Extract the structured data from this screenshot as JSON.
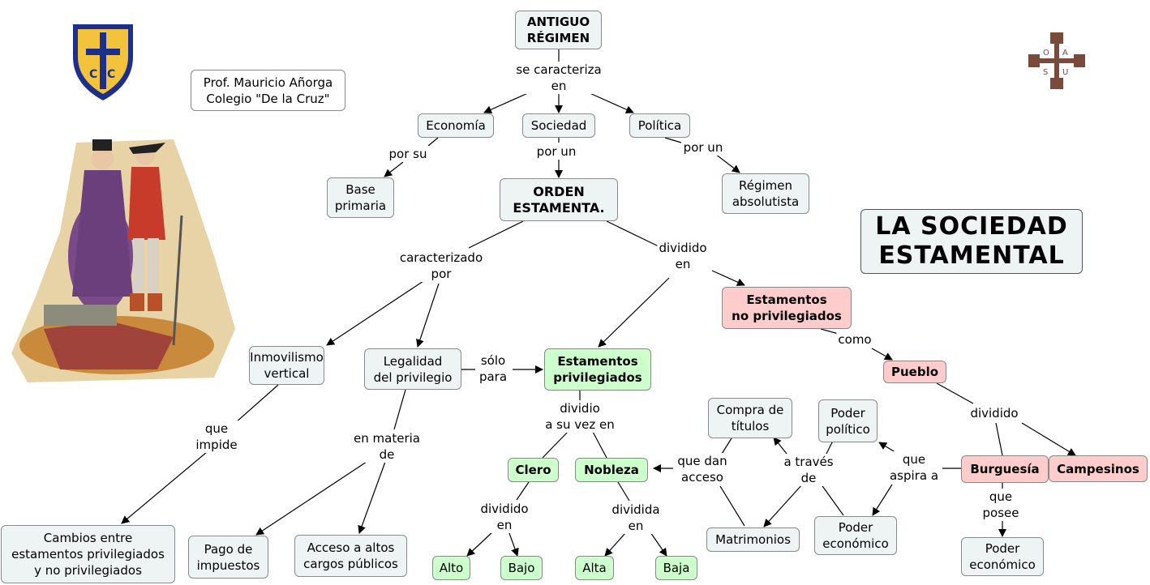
{
  "title": "LA SOCIEDAD\nESTAMENTAL",
  "author": "Prof. Mauricio Añorga\nColegio \"De la Cruz\"",
  "logos": {
    "left": "shield-cross-logo",
    "right": "cross-emblem-logo",
    "right_letters": [
      "O",
      "A",
      "S",
      "U"
    ]
  },
  "illustration": "estamental-figures-illustration",
  "nodes": {
    "antiguo": "ANTIGUO\nRÉGIMEN",
    "economia": "Economía",
    "sociedad": "Sociedad",
    "politica": "Política",
    "base": "Base\nprimaria",
    "orden": "ORDEN\nESTAMENTA.",
    "regimen": "Régimen\nabsolutista",
    "no_priv": "Estamentos\nno privilegiados",
    "inmov": "Inmovilismo\nvertical",
    "legal": "Legalidad\ndel privilegio",
    "priv": "Estamentos\nprivilegiados",
    "pueblo": "Pueblo",
    "compra": "Compra de\ntítulos",
    "poder_pol": "Poder\npolítico",
    "clero": "Clero",
    "nobleza": "Nobleza",
    "burguesia": "Burguesía",
    "campesinos": "Campesinos",
    "cambios": "Cambios entre\nestamentos privilegiados\ny no privilegiados",
    "pago": "Pago de\nimpuestos",
    "acceso": "Acceso a altos\ncargos públicos",
    "matrimonios": "Matrimonios",
    "poder_eco1": "Poder\neconómico",
    "poder_eco2": "Poder\neconómico",
    "alto": "Alto",
    "bajo": "Bajo",
    "alta": "Alta",
    "baja": "Baja"
  },
  "links": {
    "se_caracteriza": "se caracteriza\nen",
    "por_su": "por su",
    "por_un1": "por un",
    "por_un2": "por un",
    "caracterizado": "caracterizado\npor",
    "dividido_en": "dividido\nen",
    "como": "como",
    "solo_para": "sólo\npara",
    "dividio": "dividio\na su vez en",
    "dividido": "dividido",
    "que_impide": "que\nimpide",
    "en_materia": "en materia\nde",
    "que_dan": "que dan\nacceso",
    "a_traves": "a través\nde",
    "que_aspira": "que\naspira a",
    "que_posee": "que\nposee",
    "dividido_en2": "dividido\nen",
    "dividida_en": "dividida\nen"
  },
  "colors": {
    "privileged": "#ccffcc",
    "non_privileged": "#ffcccc",
    "default": "#eef3f4"
  }
}
